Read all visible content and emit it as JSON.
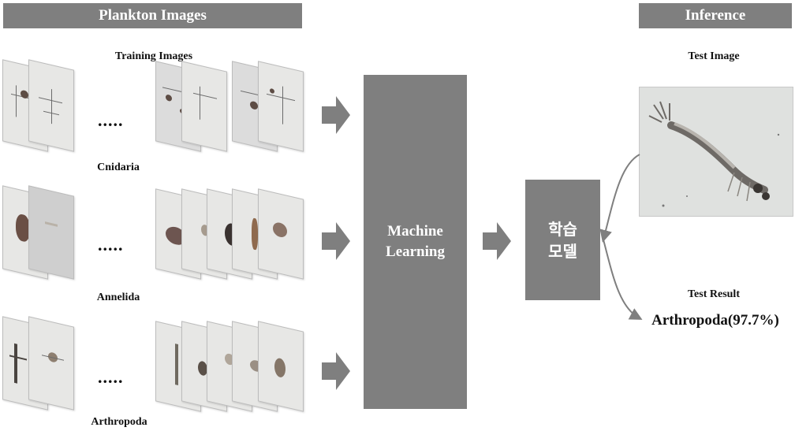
{
  "headers": {
    "plankton": "Plankton Images",
    "inference": "Inference"
  },
  "labels": {
    "training_images": "Training Images",
    "test_image": "Test Image",
    "test_result": "Test Result",
    "result_value": "Arthropoda(97.7%)",
    "ellipsis": "....."
  },
  "classes": [
    "Cnidaria",
    "Annelida",
    "Arthropoda"
  ],
  "boxes": {
    "machine_learning_line1": "Machine",
    "machine_learning_line2": "Learning",
    "model_line1": "학습",
    "model_line2": "모델"
  },
  "colors": {
    "header_bg": "#7f7f7f",
    "box_bg": "#7f7f7f",
    "text": "#111111"
  }
}
